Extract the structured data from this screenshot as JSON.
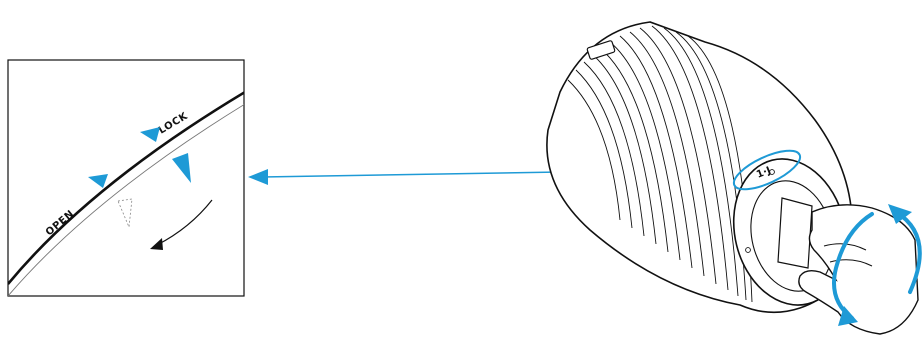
{
  "inset": {
    "label_open": "OPEN",
    "label_lock": "LOCK",
    "marker_color": "#1e9ad6"
  },
  "lens": {
    "mount_text": "1·J"
  },
  "colors": {
    "accent": "#1e9ad6",
    "line": "#111111"
  },
  "icons": [
    "open-index-marker-icon",
    "lock-index-marker-icon",
    "lens-index-marker-icon",
    "rotation-arrow-icon",
    "twist-arrow-icon"
  ]
}
